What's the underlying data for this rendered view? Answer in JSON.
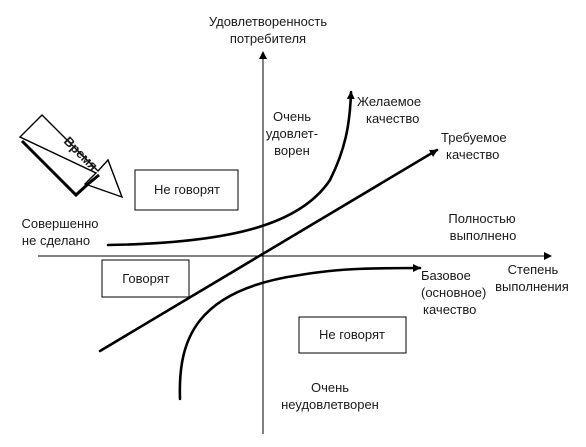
{
  "axes": {
    "y_label_line1": "Удовлетворенность",
    "y_label_line2": "потребителя",
    "x_label_line1": "Степень",
    "x_label_line2": "выполнения"
  },
  "arrow_label": "Время",
  "quadrant_labels": {
    "very_satisfied": [
      "Очень",
      "удовлет-",
      "ворен"
    ],
    "very_dissatisfied": [
      "Очень",
      "неудовлетворен"
    ],
    "not_done": [
      "Совершенно",
      "не сделано"
    ],
    "fully_done": [
      "Полностью",
      "выполнено"
    ]
  },
  "curves": {
    "desired": [
      "Желаемое",
      "качество"
    ],
    "required": [
      "Требуемое",
      "качество"
    ],
    "basic": [
      "Базовое",
      "(основное)",
      "качество"
    ]
  },
  "boxes": {
    "top_left": "Не говорят",
    "middle_left": "Говорят",
    "bottom_right": "Не говорят"
  }
}
